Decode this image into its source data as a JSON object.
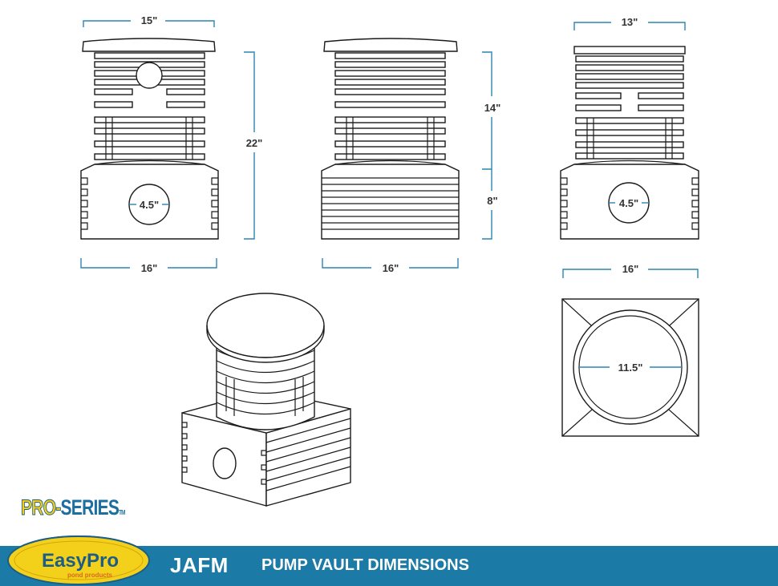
{
  "brand": {
    "series_pro": "PRO-",
    "series_rest": "SERIES",
    "series_tm": "TM",
    "logo_text": "EasyPro",
    "logo_sub": "pond products"
  },
  "footer": {
    "model": "JAFM",
    "title": "PUMP VAULT DIMENSIONS"
  },
  "dimensions": {
    "front_lid_width": "15\"",
    "front_height": "22\"",
    "front_base_width": "16\"",
    "front_hole": "4.5\"",
    "side_upper_height": "14\"",
    "side_lower_height": "8\"",
    "side_base_width": "16\"",
    "back_top_width": "13\"",
    "back_hole": "4.5\"",
    "top_width": "16\"",
    "top_opening": "11.5\""
  },
  "colors": {
    "footer_bar": "#1c7aa6",
    "dimension_line": "#2a86b0",
    "series_yellow": "#f3d11b",
    "series_blue": "#1c6fa0"
  }
}
